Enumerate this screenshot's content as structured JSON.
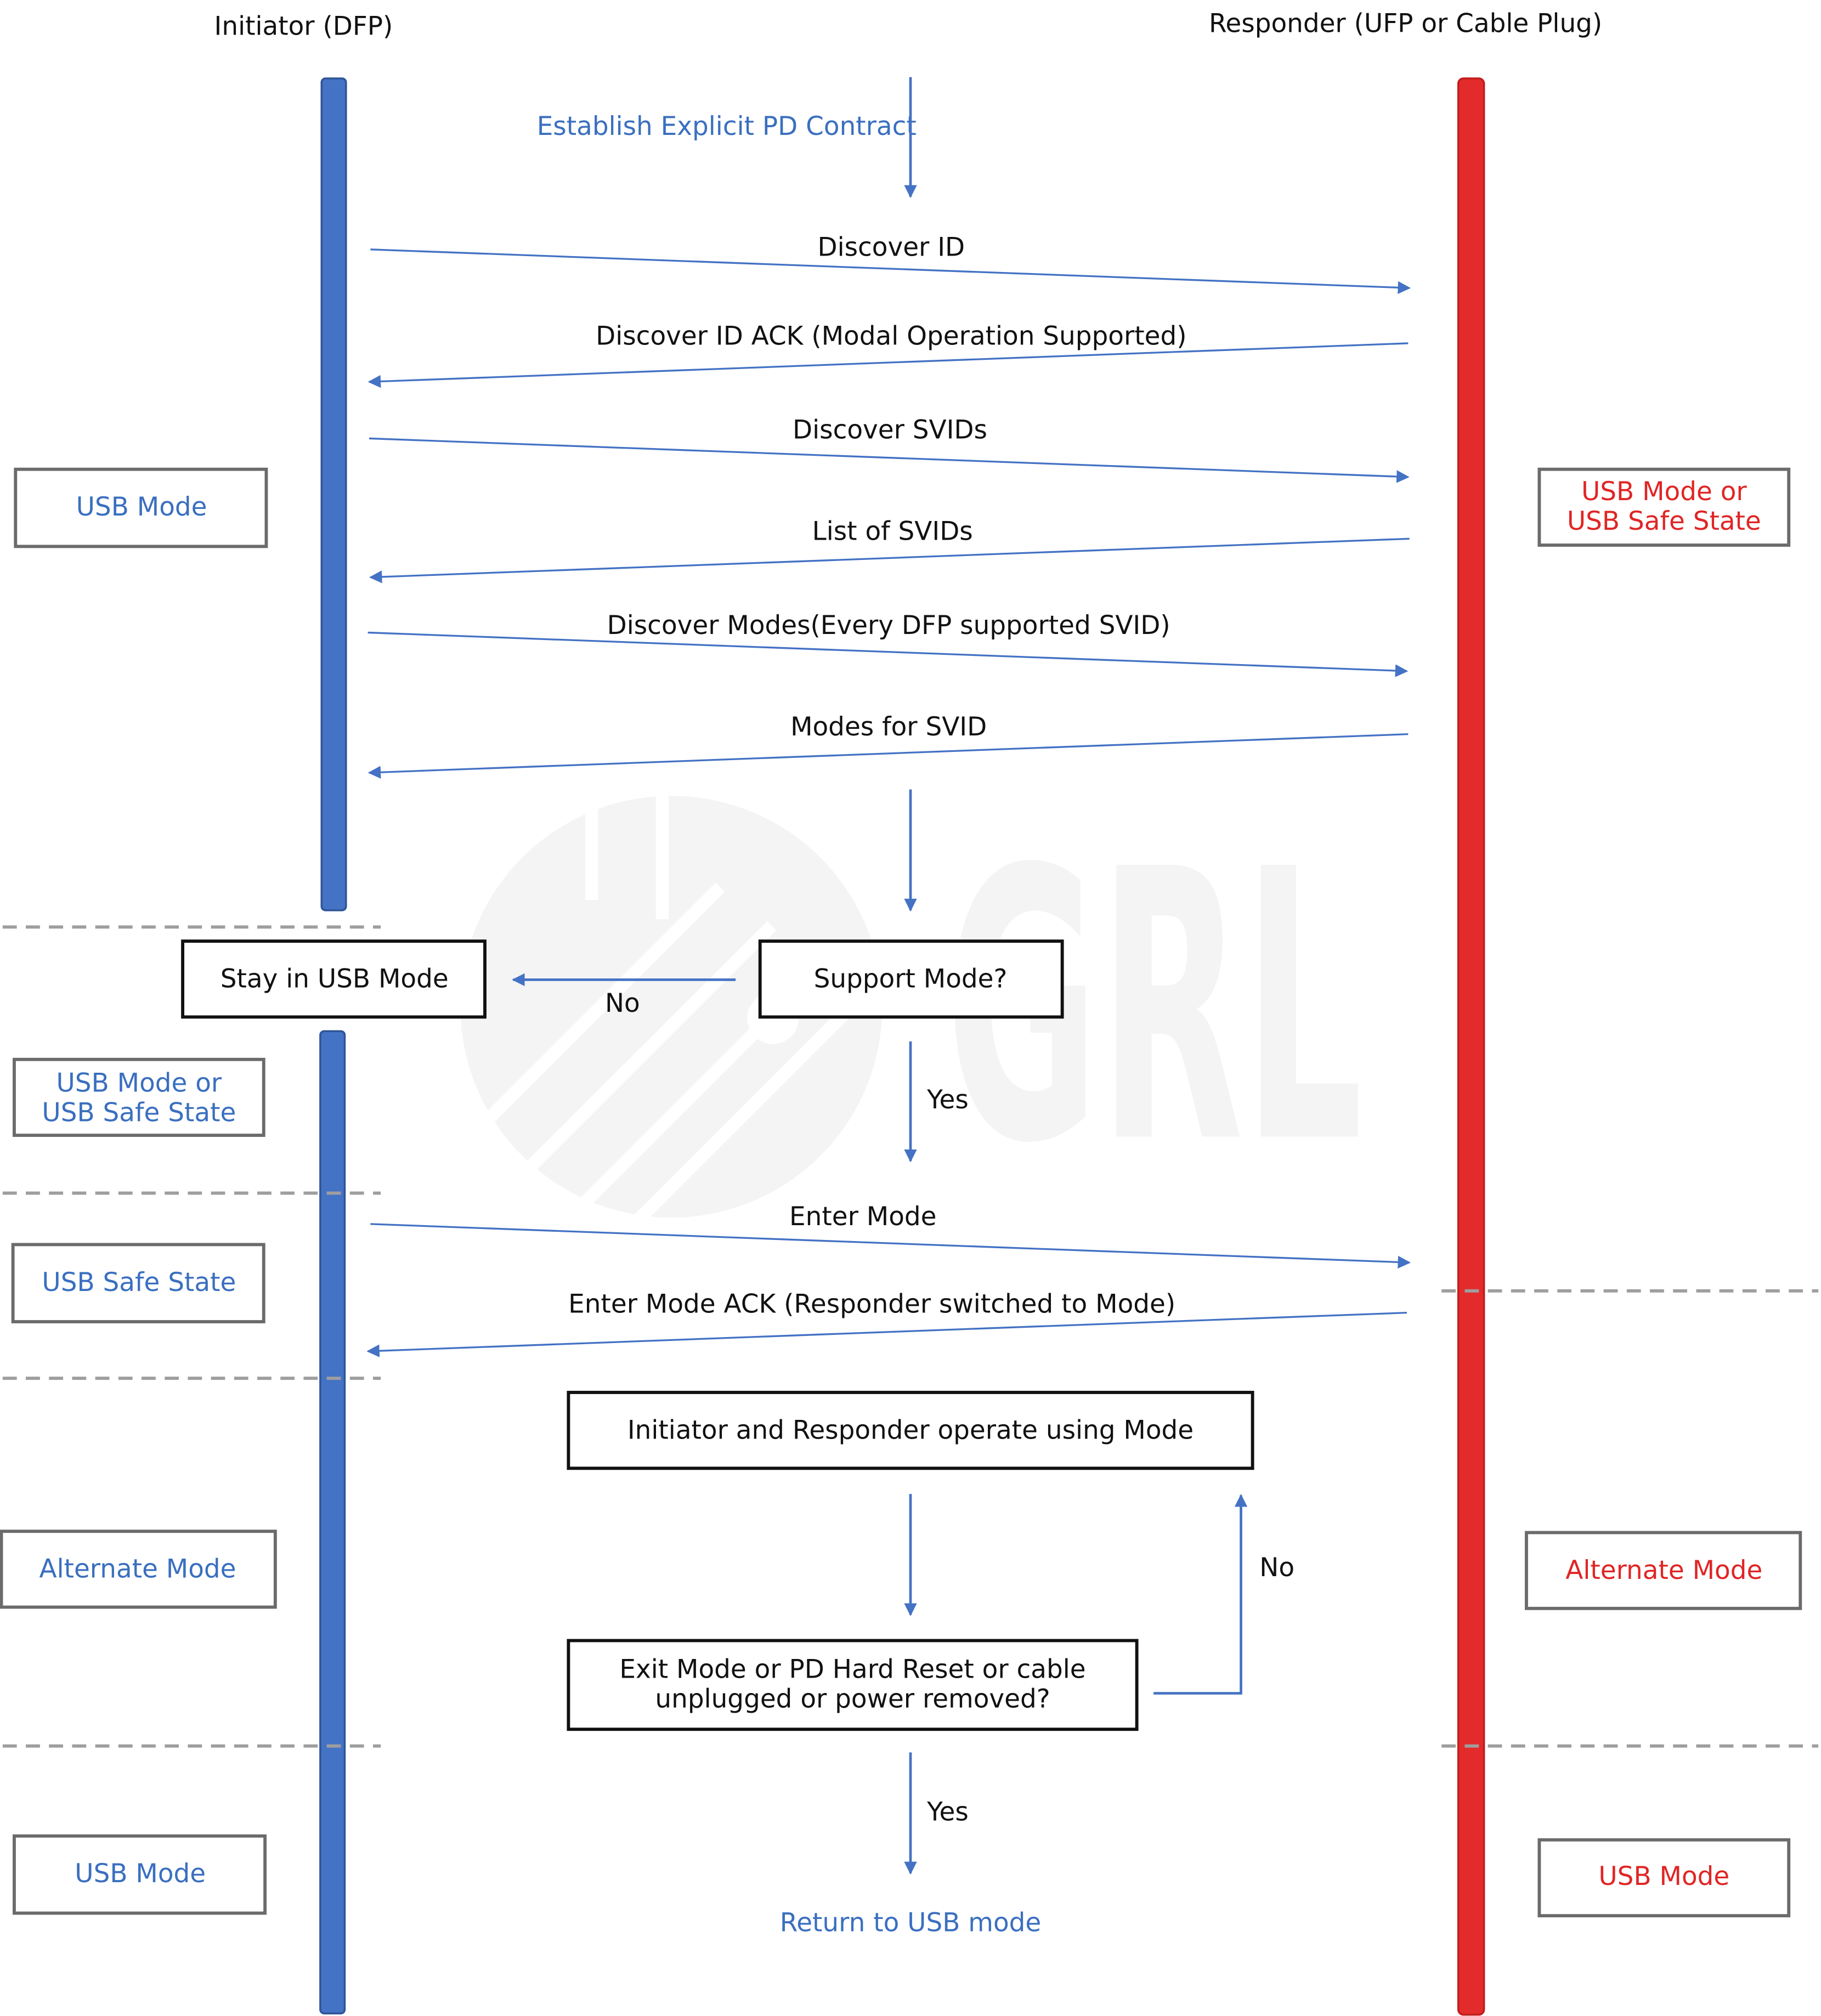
{
  "header": {
    "initiator": "Initiator (DFP)",
    "responder": "Responder (UFP or  Cable Plug)"
  },
  "flow": {
    "start": "Establish Explicit PD Contract",
    "end": "Return to USB mode"
  },
  "messages": [
    {
      "label": "Discover ID",
      "direction": "right"
    },
    {
      "label": "Discover ID ACK (Modal Operation Supported)",
      "direction": "left"
    },
    {
      "label": "Discover SVIDs",
      "direction": "right"
    },
    {
      "label": "List of SVIDs",
      "direction": "left"
    },
    {
      "label": "Discover Modes(Every DFP supported SVID)",
      "direction": "right"
    },
    {
      "label": "Modes for SVID",
      "direction": "left"
    },
    {
      "label": "Enter Mode",
      "direction": "right"
    },
    {
      "label": "Enter Mode ACK (Responder switched to Mode)",
      "direction": "left"
    }
  ],
  "boxes": {
    "support_mode": "Support Mode?",
    "stay_usb": "Stay in USB Mode",
    "operate": "Initiator and Responder operate using Mode",
    "exit_line1": "Exit Mode or PD Hard Reset or cable",
    "exit_line2": "unplugged or power removed?"
  },
  "decisions": {
    "no_support": "No",
    "yes_support": "Yes",
    "no_exit": "No",
    "yes_exit": "Yes"
  },
  "initiator_states": [
    {
      "line1": "USB Mode",
      "line2": ""
    },
    {
      "line1": "USB Mode or",
      "line2": "USB Safe State"
    },
    {
      "line1": "USB Safe State",
      "line2": ""
    },
    {
      "line1": "Alternate Mode",
      "line2": ""
    },
    {
      "line1": "USB Mode",
      "line2": ""
    }
  ],
  "responder_states": [
    {
      "line1": "USB Mode or",
      "line2": "USB Safe State"
    },
    {
      "line1": "Alternate Mode",
      "line2": ""
    },
    {
      "line1": "USB Mode",
      "line2": ""
    }
  ],
  "watermark": "GRL",
  "colors": {
    "initiator_bar": "#4472c4",
    "responder_bar": "#e32b2b",
    "blue_text": "#3a6fbf",
    "red_text": "#e02525"
  }
}
